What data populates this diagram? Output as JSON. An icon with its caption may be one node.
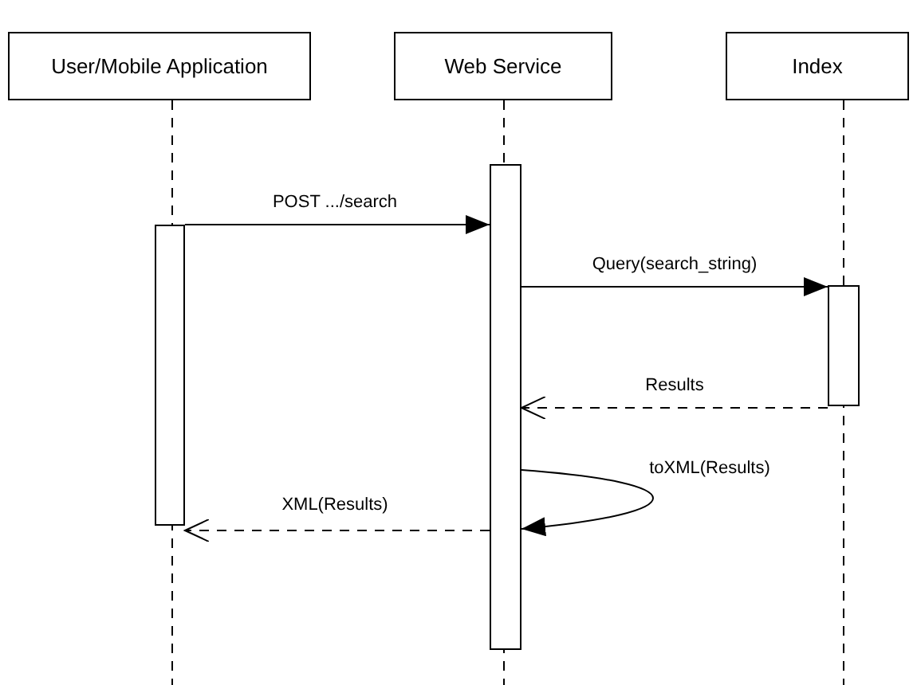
{
  "diagram": {
    "nodes": [
      {
        "text": [
          "User/Mobile Application"
        ]
      },
      {
        "text": [
          "Web Service"
        ]
      },
      {
        "text": [
          "Index"
        ]
      },
      {
        "text": [],
        "shape": "bar"
      },
      {
        "text": [],
        "shape": "bar"
      },
      {
        "text": [],
        "shape": "bar"
      }
    ],
    "edges": [
      {
        "from": 3,
        "to": 4,
        "arrow": "to",
        "label": "POST .../search"
      },
      {
        "from": 4,
        "to": 5,
        "arrow": "to",
        "label": "Query(search_string)"
      },
      {
        "from": 5,
        "to": 4,
        "arrow": "to",
        "label": "Results",
        "style": "dashed"
      },
      {
        "from": 4,
        "to": 4,
        "arrow": "to",
        "label": "toXML(Results)"
      },
      {
        "from": 4,
        "to": 3,
        "arrow": "to",
        "label": "XML(Results)",
        "style": "dashed"
      }
    ]
  }
}
